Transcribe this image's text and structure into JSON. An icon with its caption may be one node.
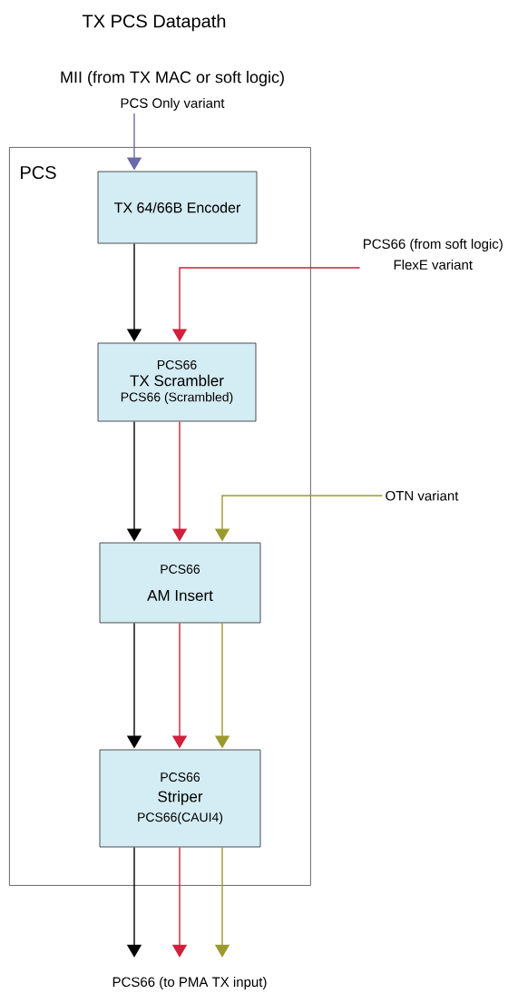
{
  "diagram": {
    "title": "TX PCS Datapath",
    "nodes": [
      {
        "text": [
          "PCS"
        ]
      },
      {
        "text": [
          "TX 64/66B Encoder"
        ],
        "in": 0
      },
      {
        "text": [
          "PCS66",
          "TX Scrambler",
          "PCS66 (Scrambled)"
        ],
        "in": 0
      },
      {
        "text": [
          "PCS66",
          "AM Insert"
        ],
        "in": 0
      },
      {
        "text": [
          "PCS66",
          "Striper",
          "PCS66(CAUI4)"
        ],
        "in": 0
      },
      {
        "text": [
          "MII (from TX MAC or soft logic)",
          "PCS Only variant"
        ]
      },
      {
        "text": [
          "PCS66 (from soft logic)",
          "FlexE variant"
        ]
      },
      {
        "text": [
          "OTN variant"
        ]
      },
      {
        "text": [
          "PCS66 (to PMA TX input)"
        ]
      }
    ],
    "edges": [
      {
        "from": 5,
        "to": 1,
        "arrow": "to",
        "color": "#6a6aa6"
      },
      {
        "from": 1,
        "to": 2,
        "arrow": "to"
      },
      {
        "from": 6,
        "to": 2,
        "arrow": "to",
        "color": "#d11f3c"
      },
      {
        "from": 2,
        "to": 3,
        "arrow": "to"
      },
      {
        "from": 2,
        "to": 3,
        "arrow": "to",
        "color": "#d11f3c"
      },
      {
        "from": 7,
        "to": 3,
        "arrow": "to",
        "color": "#9a9a2e"
      },
      {
        "from": 3,
        "to": 4,
        "arrow": "to"
      },
      {
        "from": 3,
        "to": 4,
        "arrow": "to",
        "color": "#d11f3c"
      },
      {
        "from": 3,
        "to": 4,
        "arrow": "to",
        "color": "#9a9a2e"
      },
      {
        "from": 4,
        "to": 8,
        "arrow": "to"
      },
      {
        "from": 4,
        "to": 8,
        "arrow": "to",
        "color": "#d11f3c"
      },
      {
        "from": 4,
        "to": 8,
        "arrow": "to",
        "color": "#9a9a2e"
      }
    ]
  }
}
